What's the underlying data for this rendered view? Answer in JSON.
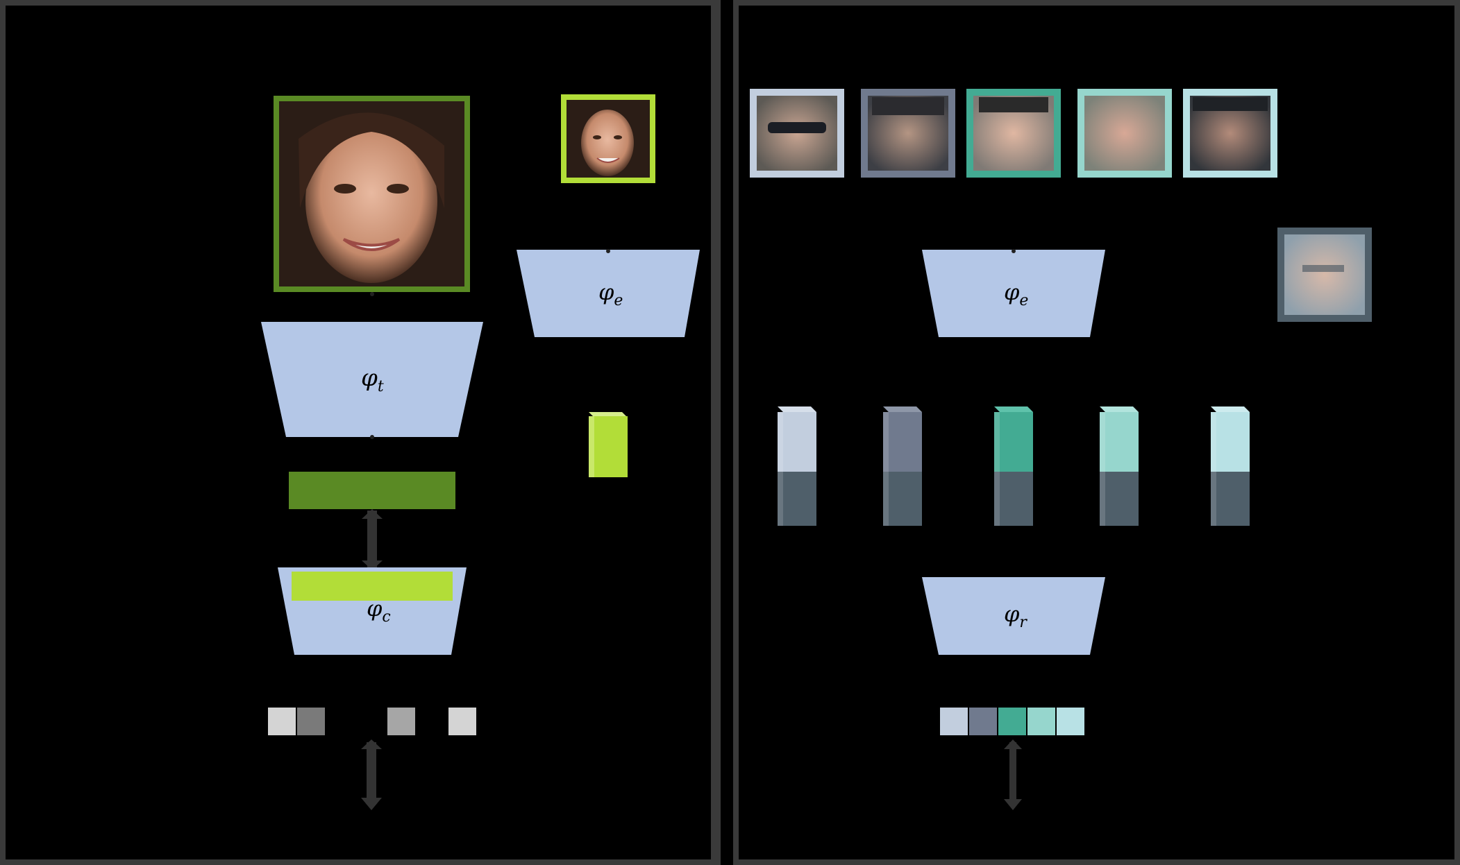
{
  "panels": {
    "left": {
      "border_color": "#3a3a3a"
    },
    "right": {
      "border_color": "#3a3a3a"
    }
  },
  "modules": {
    "phi_t": {
      "symbol": "φ",
      "subscript": "t"
    },
    "phi_e_left": {
      "symbol": "φ",
      "subscript": "e"
    },
    "phi_e_right": {
      "symbol": "φ",
      "subscript": "e"
    },
    "phi_c": {
      "symbol": "φ",
      "subscript": "c"
    },
    "phi_r": {
      "symbol": "φ",
      "subscript": "r"
    }
  },
  "colors": {
    "module_fill": "#b4c7e7",
    "teacher_green": "#5a8a24",
    "light_green": "#b2dd38",
    "feature_dark": "#4f5f6a",
    "score_gray_light": "#d4d4d4",
    "score_gray_mid": "#7a7a7a",
    "score_gray_mid2": "#a6a6a6",
    "face_border_1": "#c2cede",
    "face_border_2": "#707a8e",
    "face_border_3": "#43ab93",
    "face_border_4": "#96d6cd",
    "face_border_5": "#b8e1e5",
    "query_border": "#4f5f6a"
  },
  "faces": {
    "teacher_large": "face-photo-woman-smiling",
    "teacher_small": "face-photo-woman-smiling",
    "gallery": [
      "face-photo-1",
      "face-photo-2",
      "face-photo-3",
      "face-photo-4",
      "face-photo-5"
    ],
    "query": "face-photo-query"
  }
}
